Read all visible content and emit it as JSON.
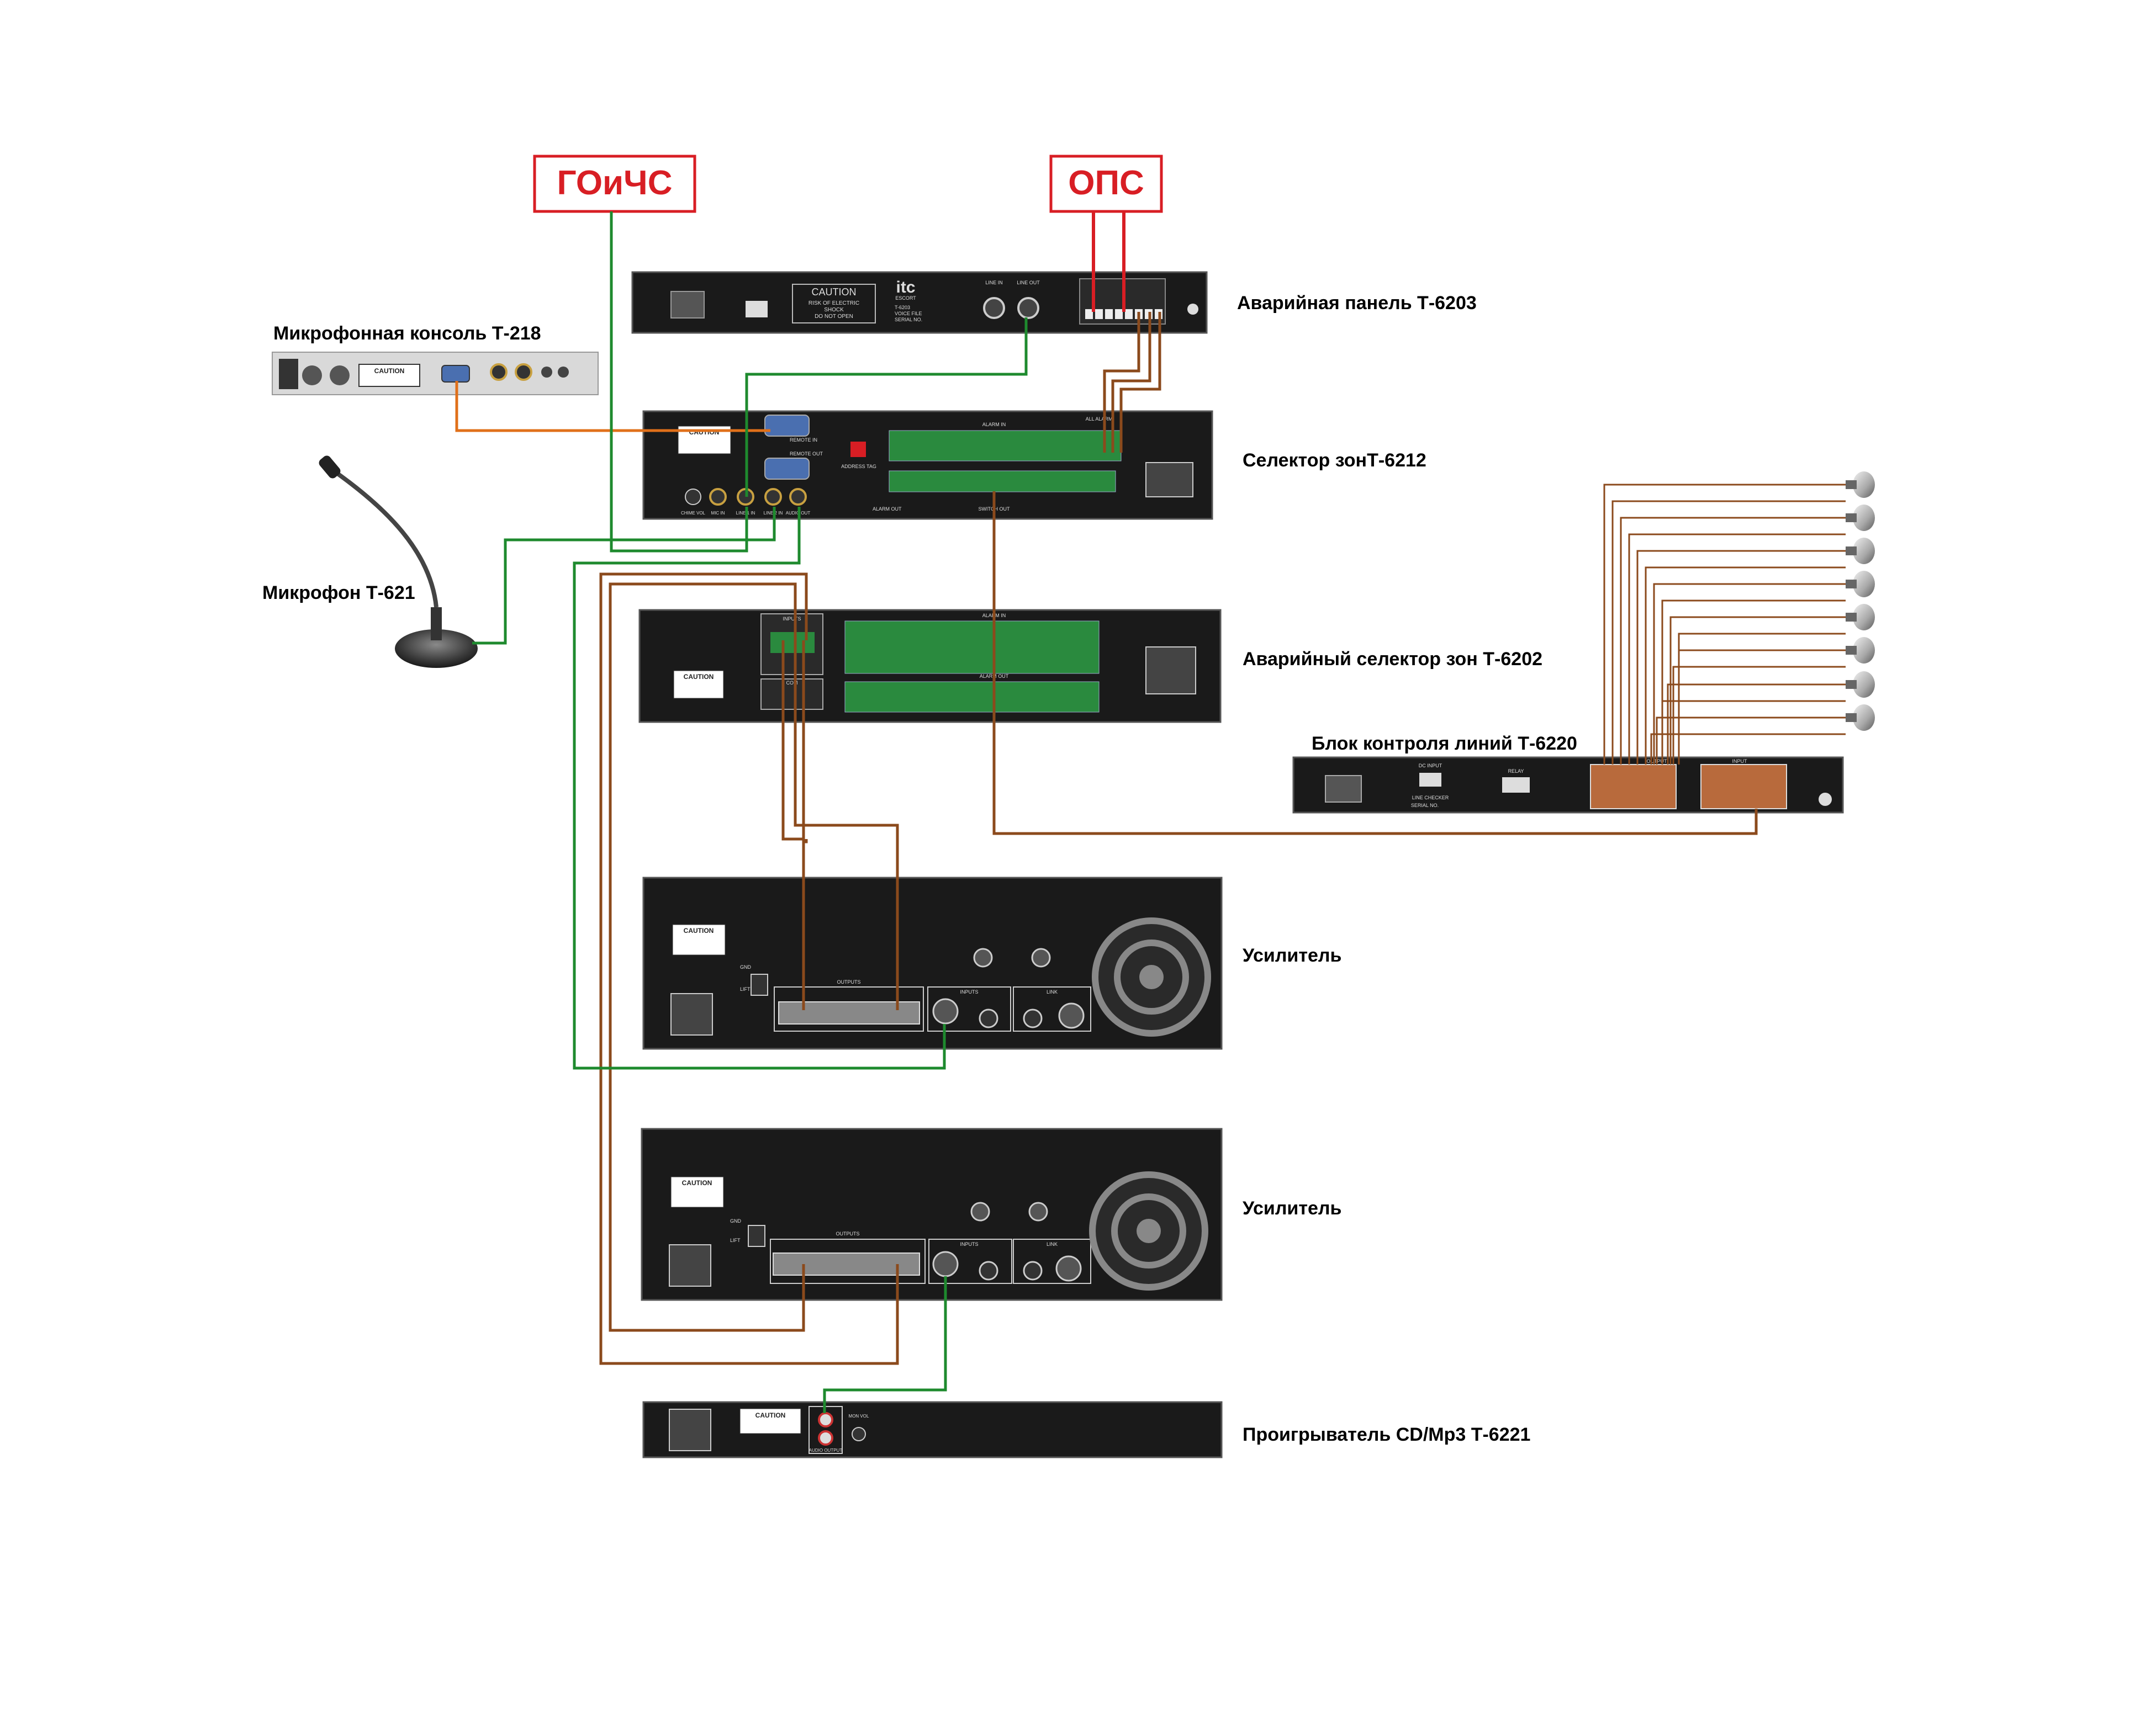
{
  "signal_boxes": {
    "goichs": "ГОиЧС",
    "ops": "ОПС"
  },
  "devices": {
    "emergency_panel": {
      "label": "Аварийная панель Т-6203",
      "panel_text": [
        "CAUTION",
        "RISK OF ELECTRIC",
        "SHOCK",
        "DO NOT OPEN"
      ],
      "brand": "itc",
      "brand_sub": "ESCORT",
      "model_lines": [
        "T-6203",
        "VOICE FILE",
        "SERIAL NO."
      ],
      "jacks": [
        "LINE IN",
        "LINE OUT"
      ]
    },
    "mic_console": {
      "label": "Микрофонная консоль Т-218",
      "caution": "CAUTION"
    },
    "zone_selector": {
      "label": "Селектор зонТ-6212",
      "caution": "CAUTION",
      "remote_in": "REMOTE IN",
      "remote_out": "REMOTE OUT",
      "address_tag": "ADDRESS TAG",
      "alarm_in": "ALARM IN",
      "all_alarm": "ALL ALARM",
      "alarm_out": "ALARM OUT",
      "switch_out": "SWITCH OUT",
      "jacks": [
        "CHIME VOL",
        "MIC IN",
        "LINE 1 IN",
        "LINE 2 IN",
        "AUDIO OUT"
      ]
    },
    "microphone": {
      "label": "Микрофон Т-621"
    },
    "emergency_zone_selector": {
      "label": "Аварийный селектор зон Т-6202",
      "caution": "CAUTION",
      "inputs": "INPUTS",
      "com": "COM",
      "alarm_in": "ALARM IN",
      "alarm_out": "ALARM OUT"
    },
    "line_control": {
      "label": "Блок контроля линий Т-6220",
      "dc_input": "DC INPUT",
      "line_checker": "LINE CHECKER",
      "serial": "SERIAL NO.",
      "relay": "RELAY",
      "output": "OUTPUT",
      "input": "INPUT"
    },
    "amplifier_1": {
      "label": "Усилитель",
      "caution": "CAUTION",
      "outputs": "OUTPUTS",
      "inputs": "INPUTS",
      "link": "LINK",
      "gnd": "GND",
      "lift": "LIFT"
    },
    "amplifier_2": {
      "label": "Усилитель",
      "caution": "CAUTION",
      "outputs": "OUTPUTS",
      "inputs": "INPUTS",
      "link": "LINK",
      "gnd": "GND",
      "lift": "LIFT"
    },
    "cd_player": {
      "label": "Проигрыватель CD/Mp3 Т-6221",
      "caution": "CAUTION",
      "audio_output": "AUDIO OUTPUT",
      "mon_vol": "MON VOL"
    }
  },
  "wire_colors": {
    "red": "#d81e24",
    "green": "#1e8a2e",
    "brown": "#8b4a1c",
    "orange": "#e0701a"
  },
  "speaker_count": 8
}
